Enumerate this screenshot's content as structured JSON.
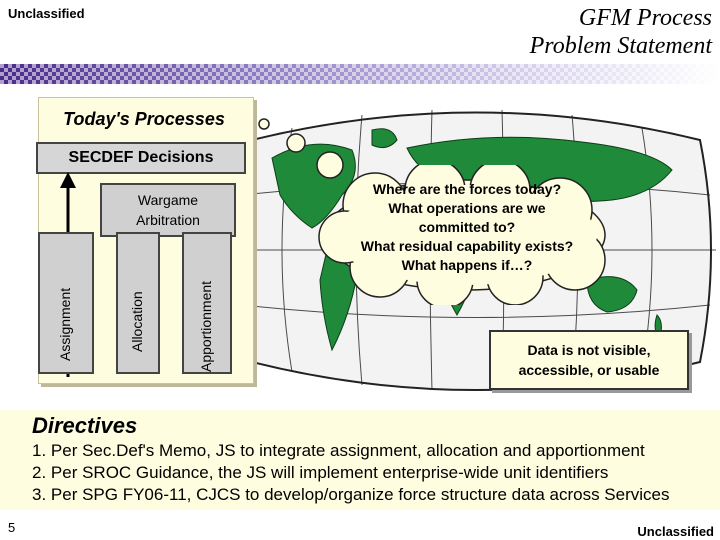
{
  "header": {
    "classification": "Unclassified",
    "title_line1": "GFM Process",
    "title_line2": "Problem Statement"
  },
  "panel": {
    "title": "Today's Processes",
    "secdef": "SECDEF Decisions",
    "wargame_line1": "Wargame",
    "wargame_line2": "Arbitration",
    "columns": [
      "Assignment",
      "Allocation",
      "Apportionment"
    ]
  },
  "cloud": {
    "lines": [
      "Where are the forces today?",
      "What operations are we",
      "committed to?",
      "What residual capability exists?",
      "What happens if…?"
    ]
  },
  "callout": {
    "line1": "Data is not visible,",
    "line2": "accessible, or usable"
  },
  "directives": {
    "title": "Directives",
    "items": [
      "1. Per Sec.Def's Memo, JS to integrate assignment, allocation and apportionment",
      "2. Per SROC Guidance, the JS will implement enterprise-wide unit identifiers",
      "3. Per SPG FY06-11, CJCS to develop/organize force structure data across Services"
    ]
  },
  "footer": {
    "page": "5",
    "classification": "Unclassified"
  },
  "colors": {
    "accent_purple": "#4b2a8a",
    "panel_bg": "#fffde0",
    "ocean": "#f3f3f3",
    "land": "#1f8a3a"
  }
}
